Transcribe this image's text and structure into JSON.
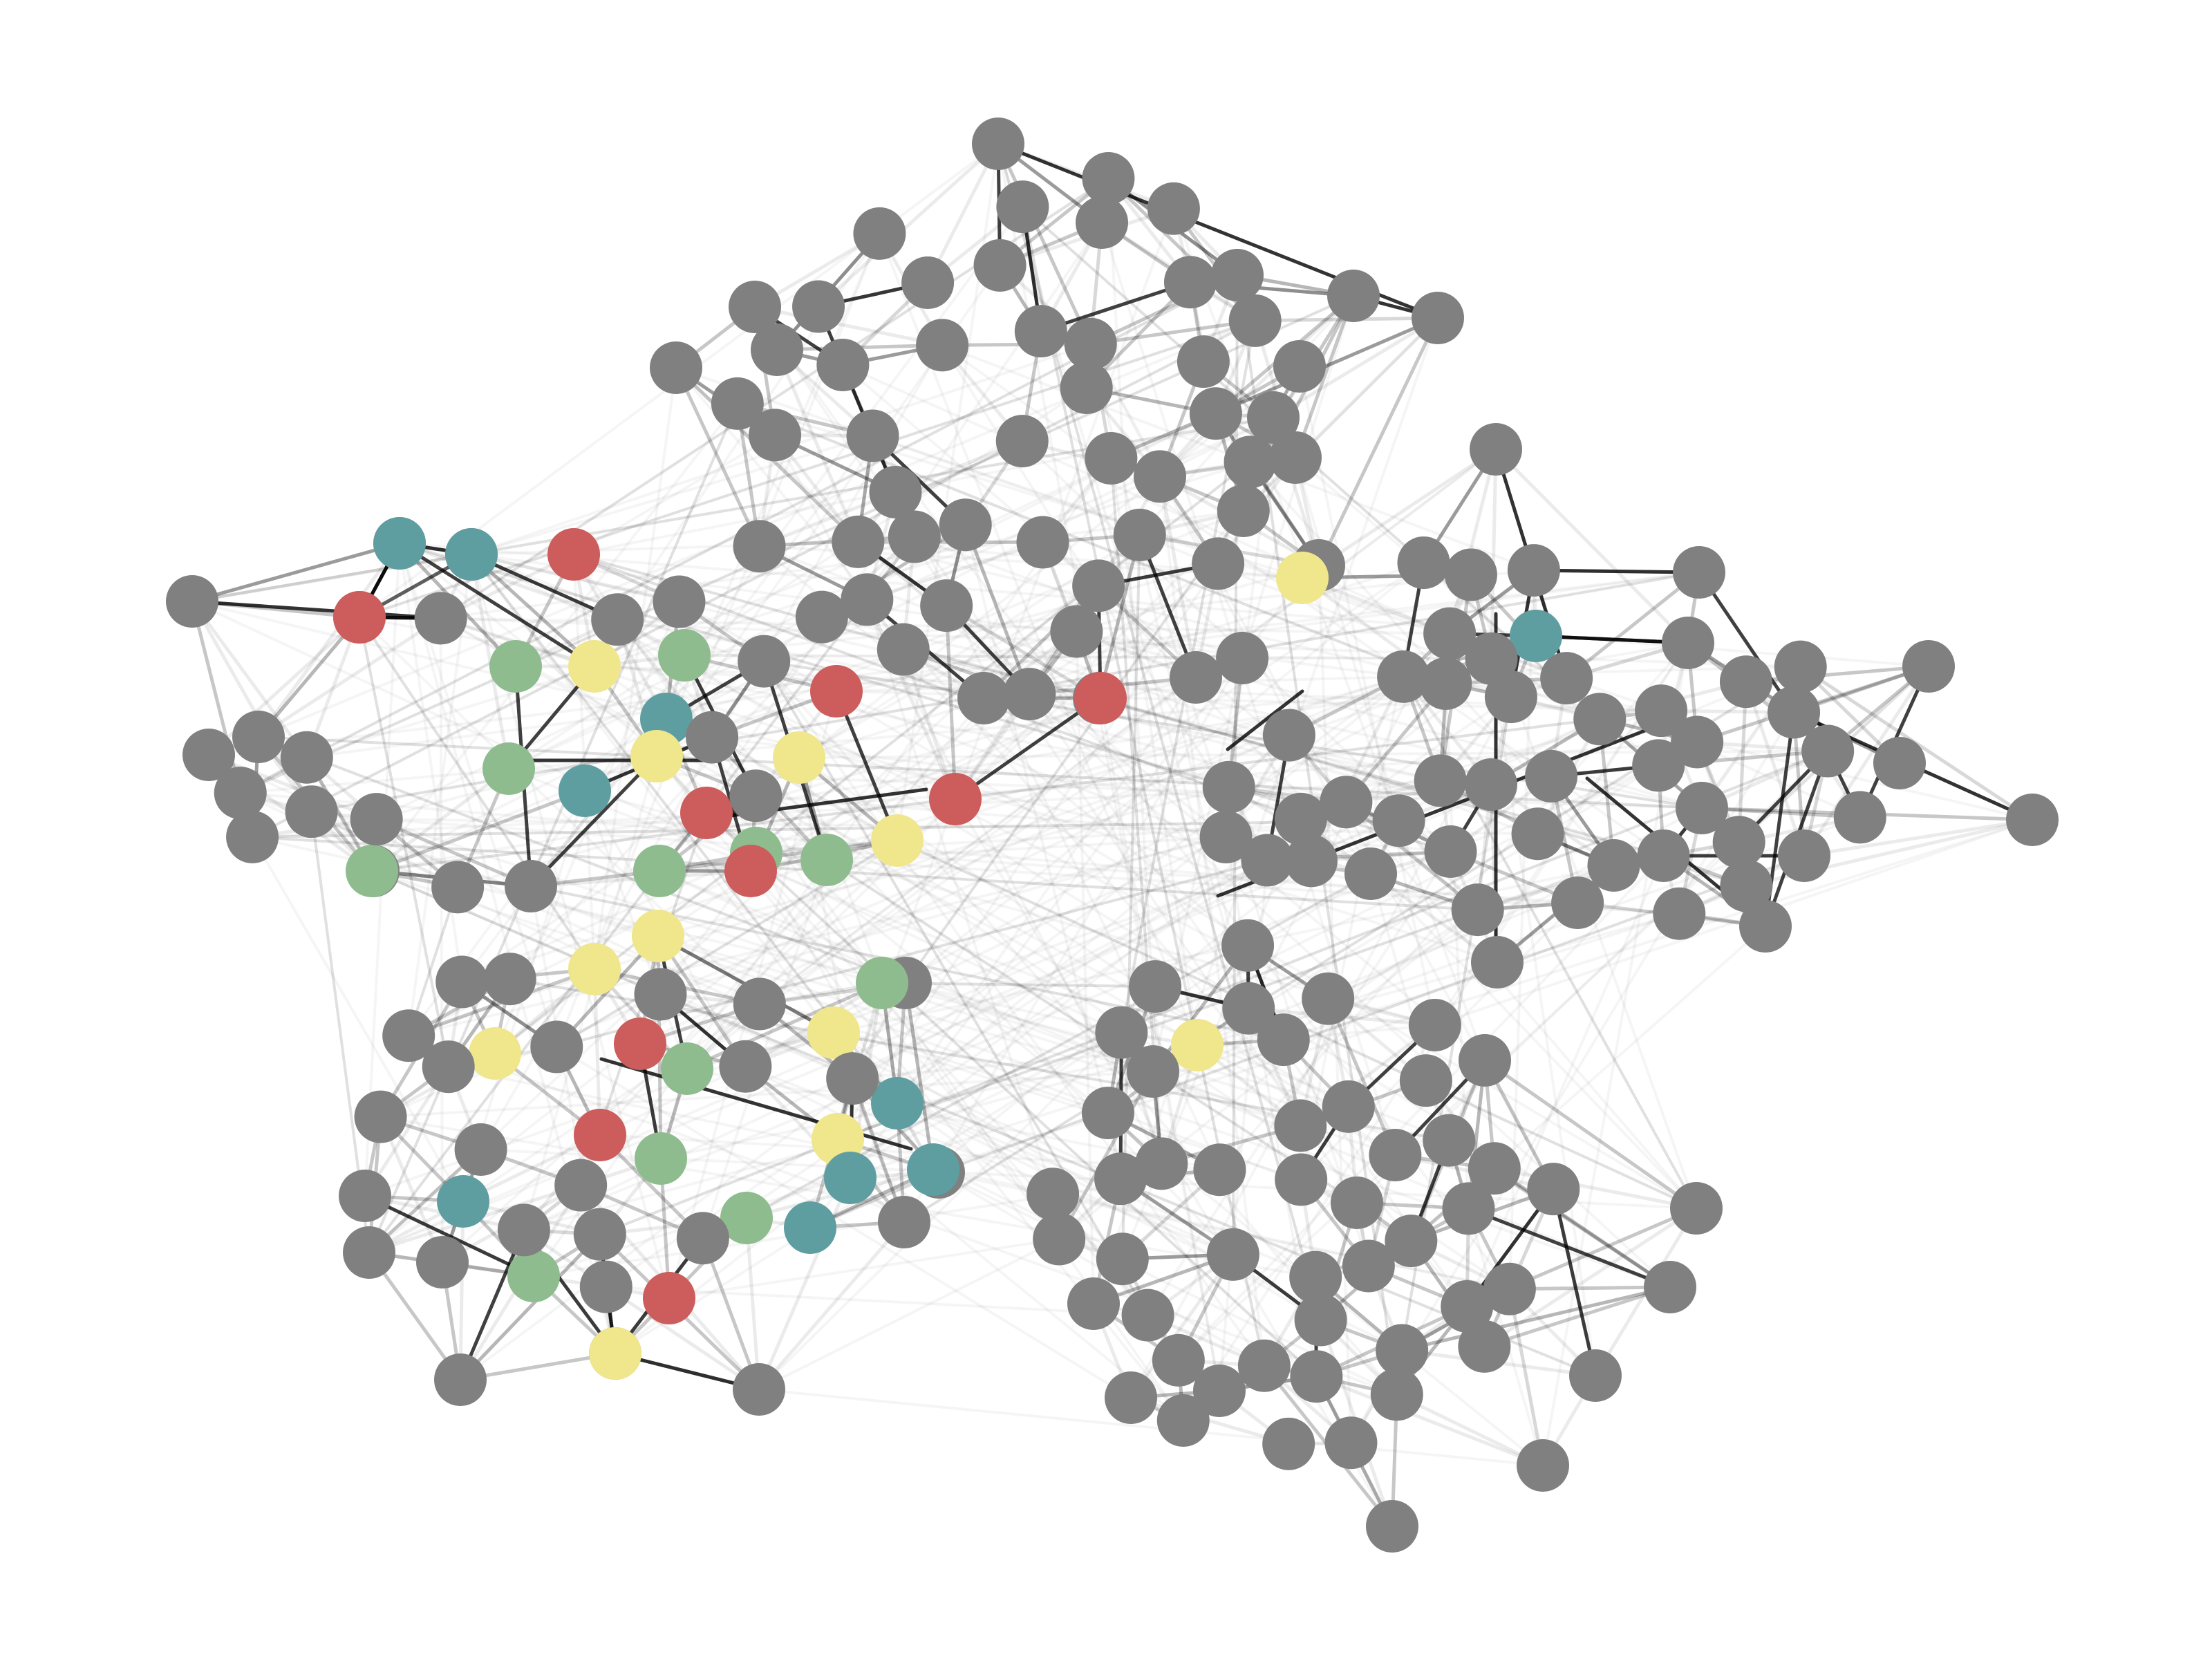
{
  "diagram": {
    "type": "network-graph",
    "background": "#ffffff",
    "colors": {
      "gray": "#808080",
      "red": "#cd5c5c",
      "teal": "#5f9ea0",
      "green": "#8fbc8f",
      "yellow": "#f0e68c",
      "edge": "#000000"
    },
    "clusters": [
      {
        "name": "top",
        "size": 56,
        "colored": 0
      },
      {
        "name": "right",
        "size": 52,
        "colored": 0
      },
      {
        "name": "bottom-right",
        "size": 52,
        "colored": 0
      },
      {
        "name": "left",
        "size": 40,
        "colored": 30
      },
      {
        "name": "bottom-left",
        "size": 44,
        "colored": 26
      }
    ]
  }
}
